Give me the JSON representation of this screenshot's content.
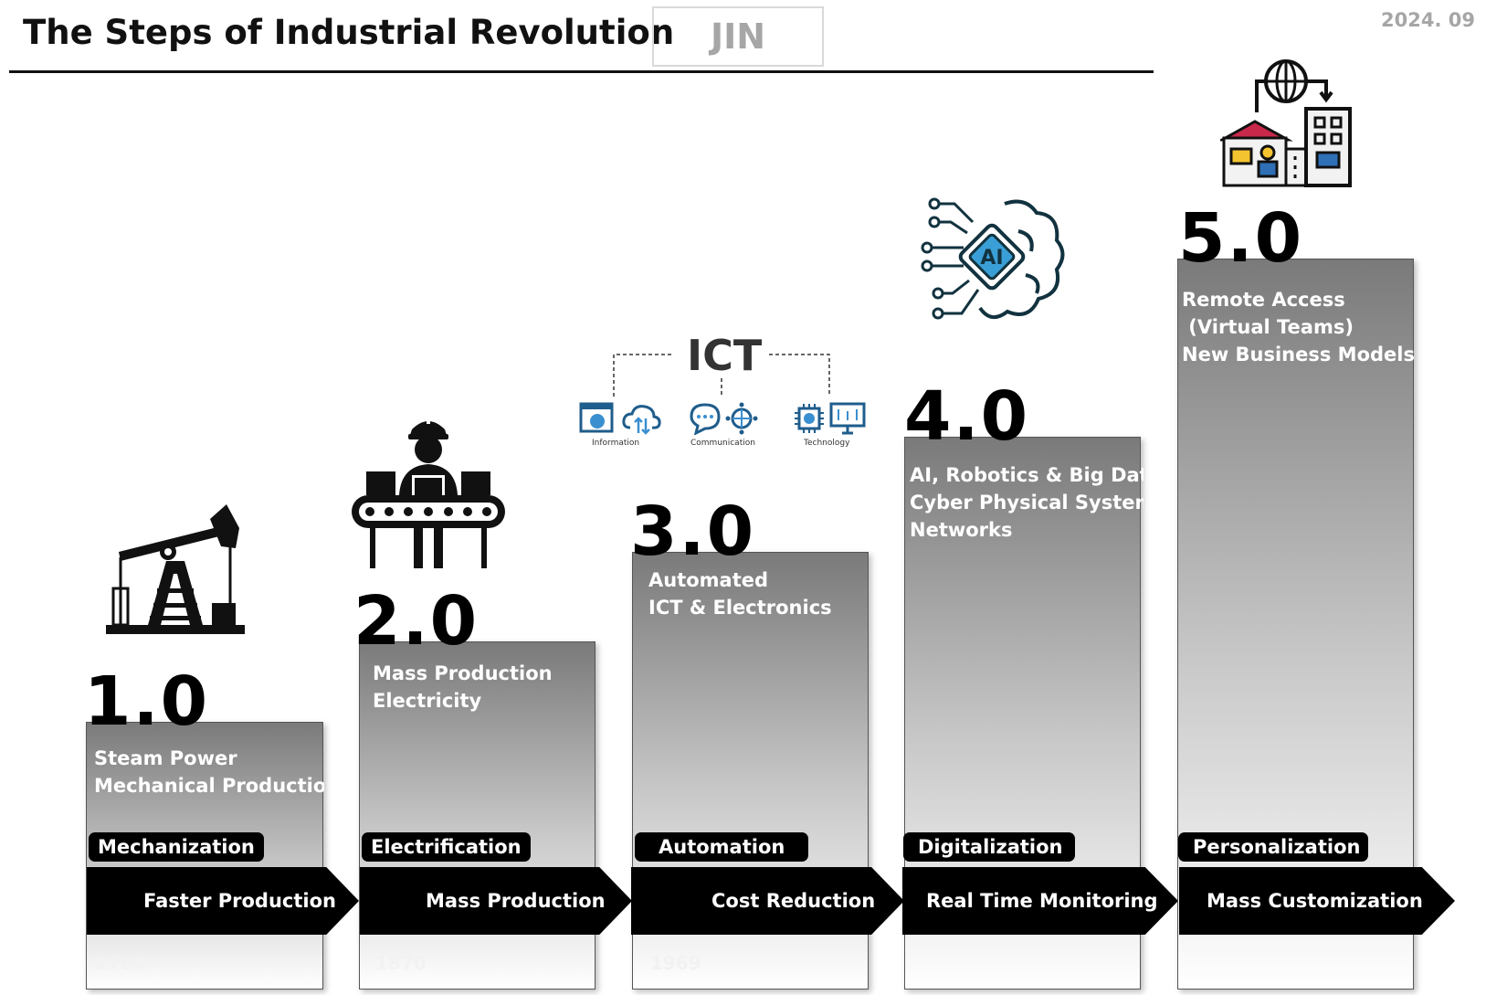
{
  "header": {
    "title": "The Steps of Industrial Revolution",
    "author": "JIN",
    "date": "2024. 09"
  },
  "steps": [
    {
      "number": "1.0",
      "lines": "Steam Power\nMechanical Production",
      "stage": "Mechanization",
      "benefit": "Faster Production",
      "year": "1784",
      "icon": "oil-pump-icon"
    },
    {
      "number": "2.0",
      "lines": "Mass Production\nElectricity",
      "stage": "Electrification",
      "benefit": "Mass Production",
      "year": "1870",
      "icon": "conveyor-worker-icon"
    },
    {
      "number": "3.0",
      "lines": "Automated\nICT & Electronics",
      "stage": "Automation",
      "benefit": "Cost Reduction",
      "year": "1969",
      "icon": "ict-icon"
    },
    {
      "number": "4.0",
      "lines": "AI, Robotics & Big Data\nCyber Physical System\nNetworks",
      "stage": "Digitalization",
      "benefit": "Real Time Monitoring",
      "year": "",
      "icon": "ai-brain-icon"
    },
    {
      "number": "5.0",
      "lines": "Remote Access\n (Virtual Teams)\nNew Business Models",
      "stage": "Personalization",
      "benefit": "Mass Customization",
      "year": "",
      "icon": "remote-office-icon"
    }
  ],
  "ict": {
    "title": "ICT",
    "captions": [
      "Information",
      "Communication",
      "Technology"
    ]
  },
  "colors": {
    "band": "#000000",
    "column_top": "#7a7a7a",
    "author_text": "#a6a6a6"
  }
}
